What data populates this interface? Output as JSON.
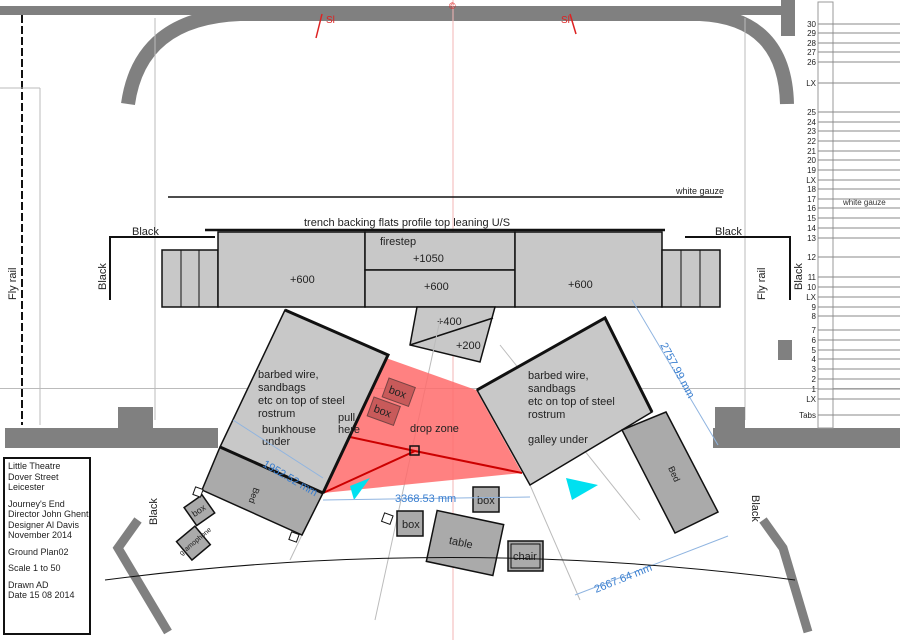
{
  "title_block": {
    "venue": [
      "Little Theatre",
      "Dover Street",
      "Leicester"
    ],
    "production": [
      "Journey's End",
      "Director John Ghent",
      "Designer Al Davis",
      "November 2014"
    ],
    "drawing": "Ground Plan02",
    "scale": "Scale 1 to 50",
    "drawn": [
      "Drawn AD",
      "Date 15 08 2014"
    ]
  },
  "top_marks": {
    "sl_left": "Sl",
    "centre": "©",
    "sl_right": "Sl"
  },
  "labels": {
    "fly_rail_left": "Fly rail",
    "fly_rail_right": "Fly rail",
    "white_gauze": "white gauze",
    "trench_backing": "trench backing flats profile top leaning U/S",
    "black_top_left": "Black",
    "black_top_right": "Black",
    "black_side_left": "Black",
    "black_side_right": "Black",
    "black_front_left": "Black",
    "black_front_right": "Black"
  },
  "platforms": {
    "left": "+600",
    "firestep_label": "firestep",
    "firestep": "+1050",
    "centre": "+600",
    "right": "+600",
    "step_upper": "+400",
    "step_lower": "+200"
  },
  "rostrum_left": {
    "lines": [
      "barbed wire,",
      "sandbags",
      "etc on top of steel",
      "rostrum"
    ],
    "note1": "bunkhouse",
    "note2": "under",
    "pull1": "pull",
    "pull2": "here"
  },
  "rostrum_right": {
    "lines": [
      "barbed wire,",
      "sandbags",
      "etc on top of steel",
      "rostrum"
    ],
    "note": "galley under"
  },
  "drop_zone": "drop zone",
  "props": {
    "box": "box",
    "bed": "Bed",
    "table": "table",
    "chair": "chair",
    "gramophone": "gramophone"
  },
  "dimensions": {
    "left": "1952.52 mm",
    "centre": "3368.53 mm",
    "right_top": "2757.99 mm",
    "right_bottom": "2667.64 mm"
  },
  "colors": {
    "drop_zone": "#ff6b6b",
    "dimension": "#3a7fd0",
    "marker": "#00e0f0",
    "masking": "#808080"
  },
  "bar_list": {
    "items": [
      "30",
      "29",
      "28",
      "27",
      "26",
      "LX",
      "25",
      "24",
      "23",
      "22",
      "21",
      "20",
      "19",
      "LX",
      "18",
      "17",
      "16",
      "15",
      "14",
      "13",
      "12",
      "11",
      "10",
      "LX",
      "9",
      "8",
      "7",
      "6",
      "5",
      "4",
      "3",
      "2",
      "1",
      "LX",
      "Tabs"
    ],
    "gauze_label": "white gauze"
  }
}
